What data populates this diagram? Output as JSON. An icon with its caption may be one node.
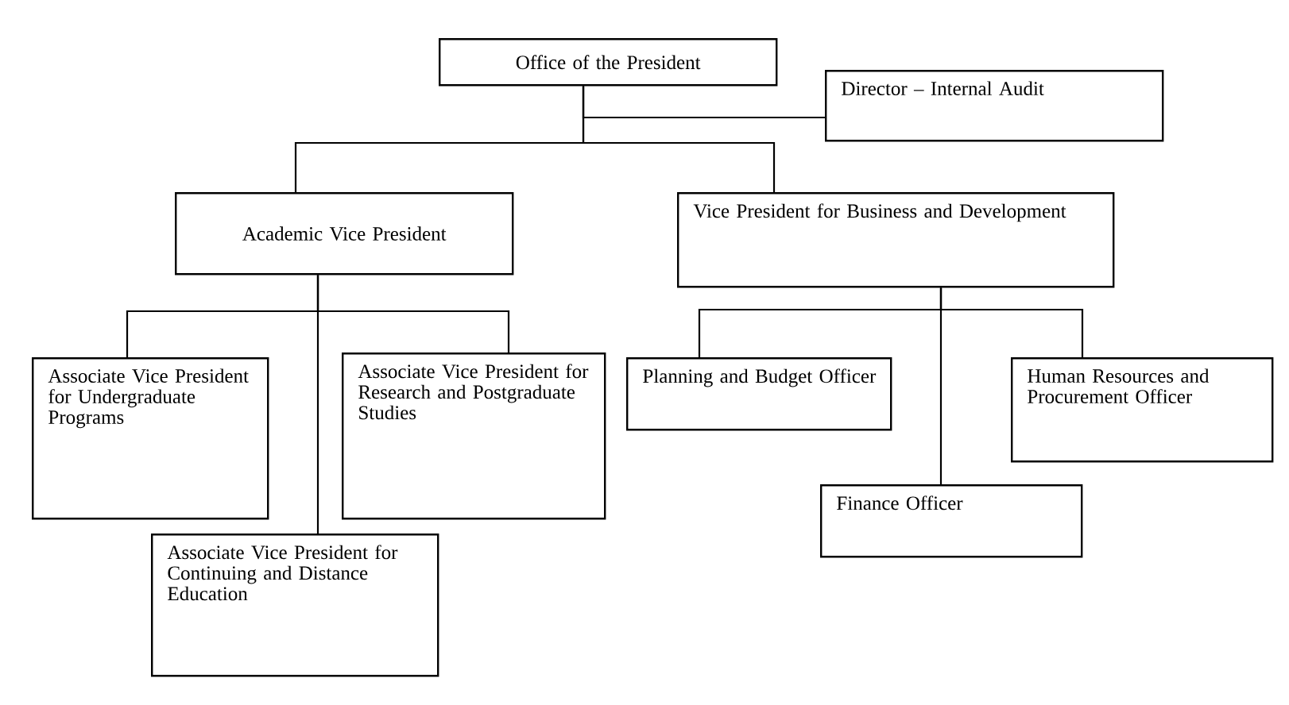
{
  "diagram": {
    "nodes": [
      {
        "text": [
          "Office of the President"
        ]
      },
      {
        "text": [
          "Director – Internal Audit"
        ]
      },
      {
        "text": [
          "Academic Vice President"
        ]
      },
      {
        "text": [
          "Vice President for Business and Development"
        ]
      },
      {
        "text": [
          "Associate Vice President for Undergraduate Programs"
        ]
      },
      {
        "text": [
          "Associate Vice President for Research and Postgraduate Studies"
        ]
      },
      {
        "text": [
          "Associate Vice President for Continuing and Distance Education"
        ]
      },
      {
        "text": [
          "Planning and Budget Officer"
        ]
      },
      {
        "text": [
          "Human Resources and Procurement Officer"
        ]
      },
      {
        "text": [
          "Finance Officer"
        ]
      }
    ],
    "edges": [
      {
        "from": 0,
        "to": 1,
        "arrow": "none"
      },
      {
        "from": 0,
        "to": 2,
        "arrow": "none"
      },
      {
        "from": 0,
        "to": 3,
        "arrow": "none"
      },
      {
        "from": 2,
        "to": 4,
        "arrow": "none"
      },
      {
        "from": 2,
        "to": 5,
        "arrow": "none"
      },
      {
        "from": 2,
        "to": 6,
        "arrow": "none"
      },
      {
        "from": 3,
        "to": 7,
        "arrow": "none"
      },
      {
        "from": 3,
        "to": 8,
        "arrow": "none"
      },
      {
        "from": 3,
        "to": 9,
        "arrow": "none"
      }
    ]
  }
}
